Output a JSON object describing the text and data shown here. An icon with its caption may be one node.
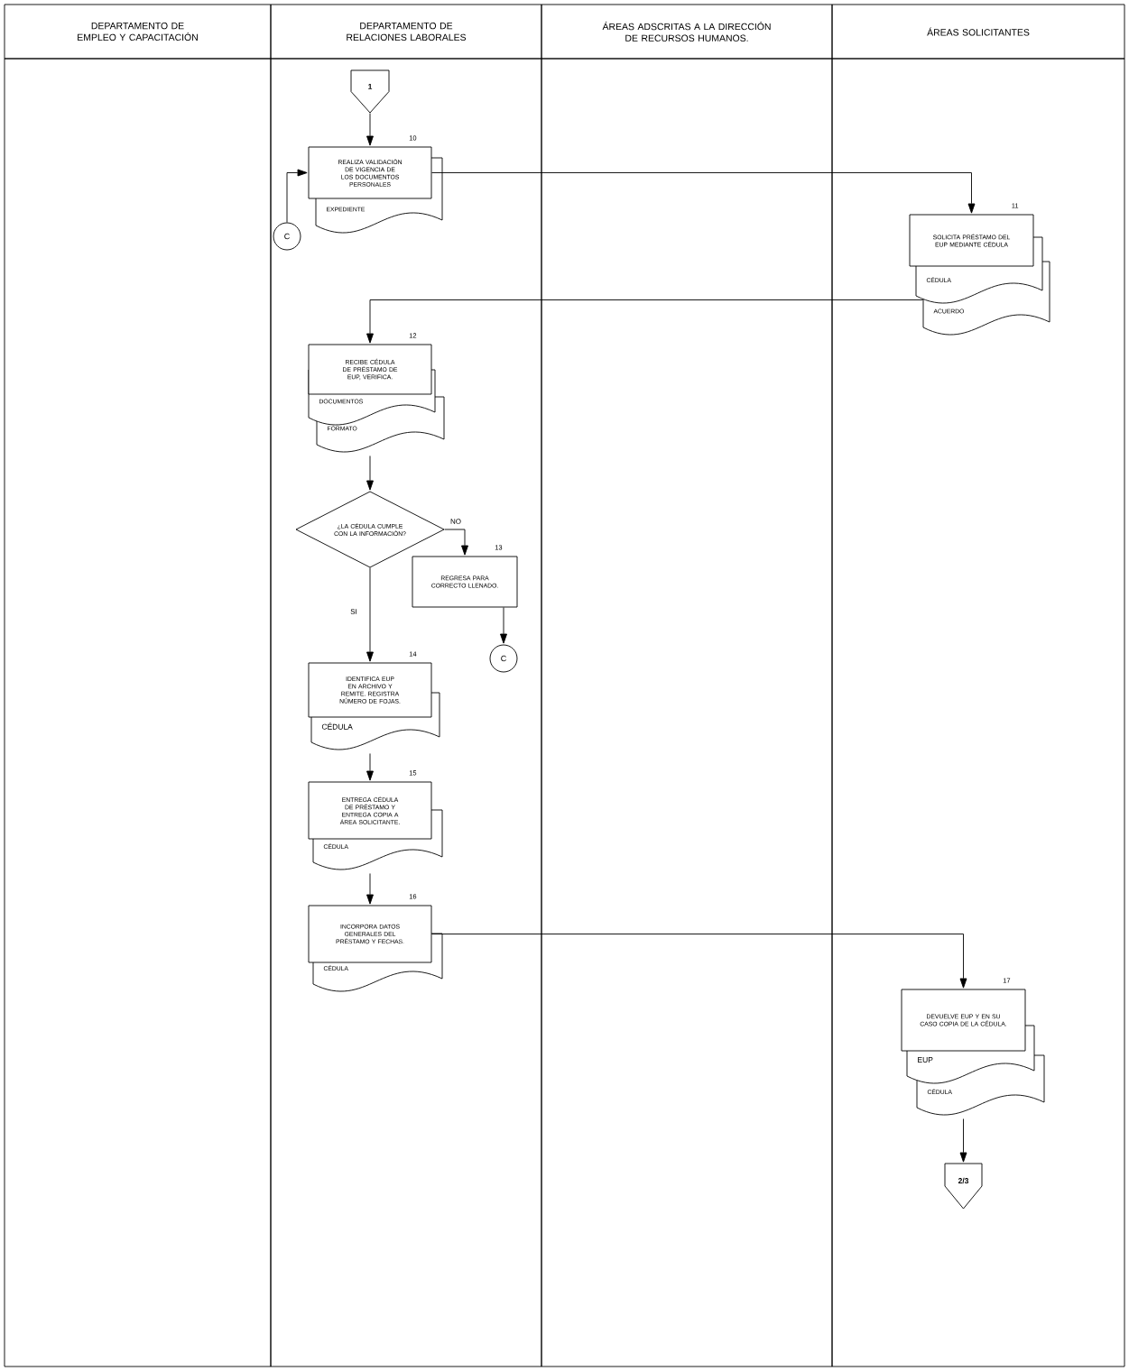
{
  "diagram": {
    "nodes": [
      {
        "text": [
          "DEPARTAMENTO DE EMPLEO Y CAPACITACIÓN"
        ]
      },
      {
        "text": [
          "DEPARTAMENTO DE RELACIONES LABORALES"
        ]
      },
      {
        "text": [
          "ÁREAS ADSCRITAS A LA DIRECCIÓN DE RECURSOS HUMANOS."
        ]
      },
      {
        "text": [
          "ÁREAS SOLICITANTES"
        ]
      },
      {
        "text": [
          "1"
        ]
      },
      {
        "text": [
          "REALIZA VALIDACIÓN DE VIGENCIA DE LOS DOCUMENTOS PERSONALES"
        ],
        "beside": [
          "10"
        ]
      },
      {
        "text": [
          "EXPEDIENTE"
        ]
      },
      {
        "text": [
          "C"
        ]
      },
      {
        "text": [
          "SOLICITA PRÉSTAMO DEL EUP MEDIANTE CÉDULA"
        ],
        "beside": [
          "11"
        ]
      },
      {
        "text": [
          "CÉDULA"
        ]
      },
      {
        "text": [
          "ACUERDO"
        ]
      },
      {
        "text": [
          "RECIBE CÉDULA DE PRÉSTAMO DE EUP, VERIFICA."
        ],
        "beside": [
          "12"
        ]
      },
      {
        "text": [
          "DOCUMENTOS"
        ]
      },
      {
        "text": [
          "FORMATO"
        ]
      },
      {
        "text": [
          "¿LA CÉDULA CUMPLE CON LA INFORMACIÓN?"
        ]
      },
      {
        "text": [
          "REGRESA PARA CORRECTO LLENADO."
        ],
        "beside": [
          "13"
        ]
      },
      {
        "text": [
          "C"
        ]
      },
      {
        "text": [
          "IDENTIFICA EUP EN ARCHIVO Y REMITE. REGISTRA NÚMERO DE FOJAS."
        ],
        "beside": [
          "14"
        ]
      },
      {
        "text": [
          "CÉDULA"
        ]
      },
      {
        "text": [
          "ENTREGA CÉDULA DE PRÉSTAMO Y ENTREGA COPIA A ÁREA SOLICITANTE."
        ],
        "beside": [
          "15"
        ]
      },
      {
        "text": [
          "CÉDULA"
        ]
      },
      {
        "text": [
          "INCORPORA DATOS GENERALES DEL PRÉSTAMO Y FECHAS."
        ],
        "beside": [
          "16"
        ]
      },
      {
        "text": [
          "CÉDULA"
        ]
      },
      {
        "text": [
          "DEVUELVE EUP Y EN SU CASO COPIA DE LA CÉDULA."
        ],
        "beside": [
          "17"
        ]
      },
      {
        "text": [
          "EUP"
        ]
      },
      {
        "text": [
          "CÉDULA"
        ]
      },
      {
        "text": [
          "2/3"
        ]
      }
    ],
    "edges": [
      {
        "from": 4,
        "to": 5,
        "arrow": "to"
      },
      {
        "from": 7,
        "to": 5,
        "arrow": "to"
      },
      {
        "from": 5,
        "to": 8,
        "arrow": "to"
      },
      {
        "from": 10,
        "to": 11,
        "arrow": "to"
      },
      {
        "from": 13,
        "to": 14,
        "arrow": "to"
      },
      {
        "from": 14,
        "to": 15,
        "arrow": "to",
        "label": "NO"
      },
      {
        "from": 14,
        "to": 17,
        "arrow": "to",
        "label": "SI"
      },
      {
        "from": 15,
        "to": 16,
        "arrow": "to"
      },
      {
        "from": 18,
        "to": 19,
        "arrow": "to"
      },
      {
        "from": 20,
        "to": 21,
        "arrow": "to"
      },
      {
        "from": 21,
        "to": 23,
        "arrow": "to"
      },
      {
        "from": 25,
        "to": 26,
        "arrow": "to"
      }
    ]
  }
}
